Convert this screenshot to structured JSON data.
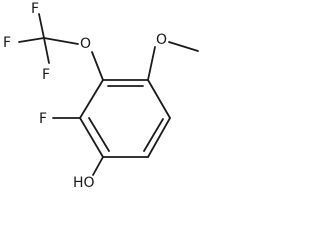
{
  "atoms": {
    "f_top": "F",
    "f_left": "F",
    "f_bottom_cf3": "F",
    "o_ether_cf3": "O",
    "o_ether_methyl": "O",
    "f_ring": "F",
    "oh": "HO"
  }
}
